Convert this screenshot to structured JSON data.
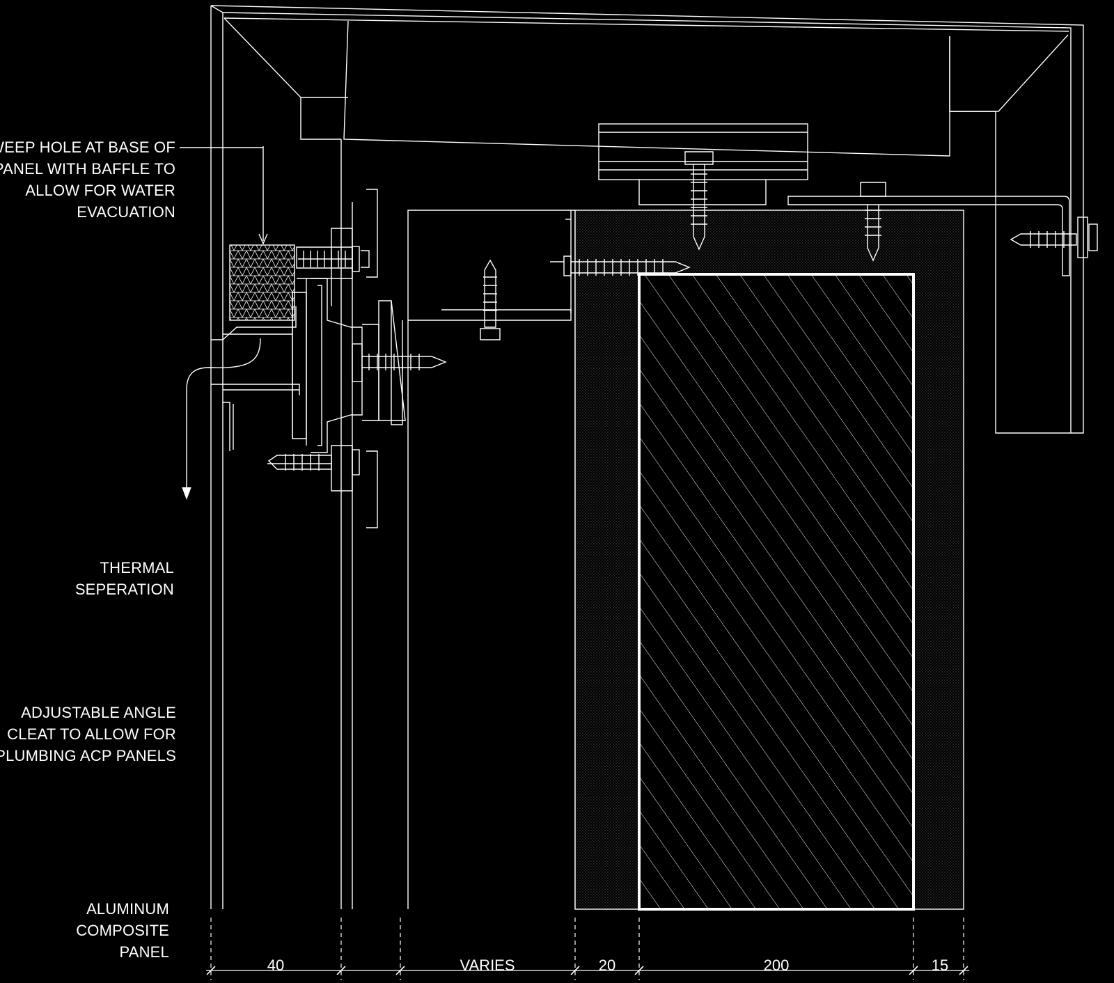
{
  "labels": {
    "weep_hole": [
      "WEEP HOLE AT BASE OF",
      "PANEL WITH BAFFLE TO",
      "ALLOW FOR WATER",
      "EVACUATION"
    ],
    "thermal": [
      "THERMAL",
      "SEPERATION"
    ],
    "angle_cleat": [
      "ADJUSTABLE ANGLE",
      "CLEAT TO ALLOW FOR",
      "PLUMBING ACP PANELS"
    ],
    "acp": [
      "ALUMINUM",
      "COMPOSITE",
      "PANEL"
    ]
  },
  "dimensions": [
    "40",
    "VARIES",
    "20",
    "200",
    "15"
  ],
  "colors": {
    "background": "#000000",
    "line": "#ffffff"
  }
}
